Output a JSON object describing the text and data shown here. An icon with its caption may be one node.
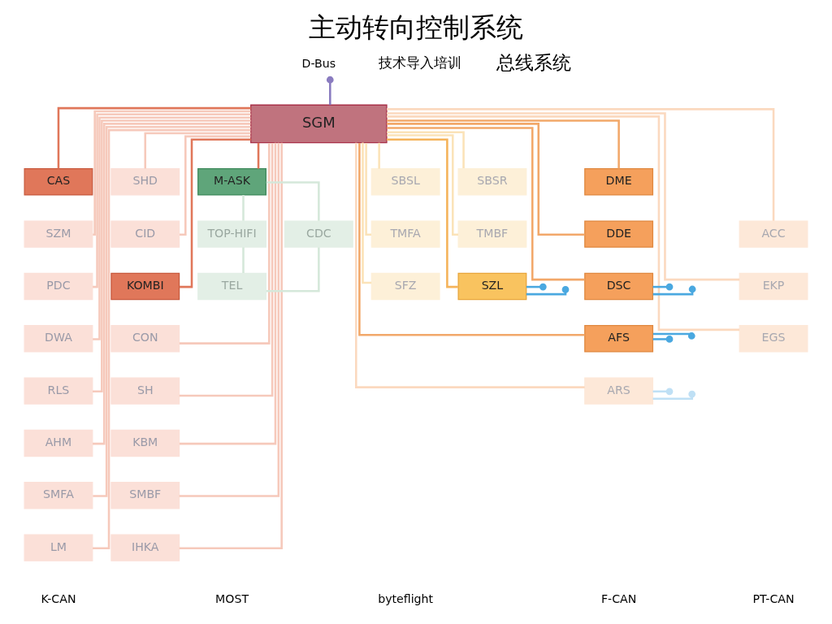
{
  "diagram": {
    "title": "主动转向控制系统",
    "nodes": [
      {
        "text": [
          "D-Bus"
        ]
      },
      {
        "text": [
          "SGM"
        ]
      },
      {
        "text": [
          "CAS"
        ]
      },
      {
        "text": [
          "SHD"
        ]
      },
      {
        "text": [
          "M-ASK"
        ]
      },
      {
        "text": [
          "SBSL"
        ]
      },
      {
        "text": [
          "SBSR"
        ]
      },
      {
        "text": [
          "DME"
        ]
      },
      {
        "text": [
          "DDE"
        ]
      },
      {
        "text": [
          "SZM"
        ]
      },
      {
        "text": [
          "CID"
        ]
      },
      {
        "text": [
          "TOP-HIFI"
        ]
      },
      {
        "text": [
          "CDC"
        ]
      },
      {
        "text": [
          "ACC"
        ]
      },
      {
        "text": [
          "TMFA"
        ]
      },
      {
        "text": [
          "TMBF"
        ]
      },
      {
        "text": [
          "PDC"
        ]
      },
      {
        "text": [
          "KOMBI"
        ]
      },
      {
        "text": [
          "TEL"
        ]
      },
      {
        "text": [
          "SFZ"
        ]
      },
      {
        "text": [
          "SZL"
        ]
      },
      {
        "text": [
          "EKP"
        ]
      },
      {
        "text": [
          "DSC"
        ]
      },
      {
        "text": [
          "AFS"
        ]
      },
      {
        "text": [
          "DWA"
        ]
      },
      {
        "text": [
          "CON"
        ]
      },
      {
        "text": [
          "EGS"
        ]
      },
      {
        "text": [
          "ARS"
        ]
      },
      {
        "text": [
          "RLS"
        ]
      },
      {
        "text": [
          "SH"
        ]
      },
      {
        "text": [
          "AHM"
        ]
      },
      {
        "text": [
          "KBM"
        ]
      },
      {
        "text": [
          "SMFA"
        ]
      },
      {
        "text": [
          "SMBF"
        ]
      },
      {
        "text": [
          "LM"
        ]
      },
      {
        "text": [
          "IHKA"
        ]
      }
    ],
    "edges": [
      {
        "from": 1,
        "to": 0,
        "arrow": "other",
        "color": "#8a7cc0"
      },
      {
        "from": 1,
        "to": 2,
        "arrow": "none",
        "color": "#e0775a"
      },
      {
        "from": 1,
        "to": 3,
        "arrow": "none",
        "color": "#f6c9bb"
      },
      {
        "from": 1,
        "to": 4,
        "arrow": "none",
        "color": "#e0775a"
      },
      {
        "from": 1,
        "to": 9,
        "arrow": "none",
        "color": "#f6c9bb"
      },
      {
        "from": 1,
        "to": 10,
        "arrow": "none",
        "color": "#f6c9bb"
      },
      {
        "from": 1,
        "to": 16,
        "arrow": "none",
        "color": "#f6c9bb"
      },
      {
        "from": 1,
        "to": 17,
        "arrow": "none",
        "color": "#e0775a"
      },
      {
        "from": 1,
        "to": 24,
        "arrow": "none",
        "color": "#f6c9bb"
      },
      {
        "from": 1,
        "to": 25,
        "arrow": "none",
        "color": "#f6c9bb"
      },
      {
        "from": 1,
        "to": 28,
        "arrow": "none",
        "color": "#f6c9bb"
      },
      {
        "from": 1,
        "to": 29,
        "arrow": "none",
        "color": "#f6c9bb"
      },
      {
        "from": 1,
        "to": 30,
        "arrow": "none",
        "color": "#f6c9bb"
      },
      {
        "from": 1,
        "to": 31,
        "arrow": "none",
        "color": "#f6c9bb"
      },
      {
        "from": 1,
        "to": 32,
        "arrow": "none",
        "color": "#f6c9bb"
      },
      {
        "from": 1,
        "to": 33,
        "arrow": "none",
        "color": "#f6c9bb"
      },
      {
        "from": 1,
        "to": 34,
        "arrow": "none",
        "color": "#f6c9bb"
      },
      {
        "from": 1,
        "to": 35,
        "arrow": "none",
        "color": "#f6c9bb"
      },
      {
        "from": 4,
        "to": 11,
        "arrow": "none",
        "color": "#d5e8da"
      },
      {
        "from": 11,
        "to": 18,
        "arrow": "none",
        "color": "#d5e8da"
      },
      {
        "from": 18,
        "to": 12,
        "arrow": "none",
        "color": "#d5e8da"
      },
      {
        "from": 12,
        "to": 4,
        "arrow": "none",
        "color": "#d5e8da"
      },
      {
        "from": 1,
        "to": 5,
        "arrow": "none",
        "color": "#fbe3b8"
      },
      {
        "from": 1,
        "to": 14,
        "arrow": "none",
        "color": "#fbe3b8"
      },
      {
        "from": 1,
        "to": 19,
        "arrow": "none",
        "color": "#fbe3b8"
      },
      {
        "from": 1,
        "to": 6,
        "arrow": "none",
        "color": "#fbe3b8"
      },
      {
        "from": 1,
        "to": 15,
        "arrow": "none",
        "color": "#fbe3b8"
      },
      {
        "from": 1,
        "to": 20,
        "arrow": "none",
        "color": "#f5b35a"
      },
      {
        "from": 1,
        "to": 7,
        "arrow": "none",
        "color": "#f2a86a"
      },
      {
        "from": 1,
        "to": 8,
        "arrow": "none",
        "color": "#f2a86a"
      },
      {
        "from": 1,
        "to": 13,
        "arrow": "none",
        "color": "#fbd9bf"
      },
      {
        "from": 1,
        "to": 22,
        "arrow": "none",
        "color": "#f2a86a"
      },
      {
        "from": 1,
        "to": 21,
        "arrow": "none",
        "color": "#fbd9bf"
      },
      {
        "from": 1,
        "to": 23,
        "arrow": "none",
        "color": "#f2a86a"
      },
      {
        "from": 1,
        "to": 26,
        "arrow": "none",
        "color": "#fbd9bf"
      },
      {
        "from": 1,
        "to": 27,
        "arrow": "none",
        "color": "#fbd9bf"
      },
      {
        "from": 20,
        "to": null,
        "arrow": "other",
        "color": "#4aa8e0"
      },
      {
        "from": 20,
        "to": null,
        "arrow": "other",
        "color": "#4aa8e0"
      },
      {
        "from": 22,
        "to": null,
        "arrow": "other",
        "color": "#4aa8e0"
      },
      {
        "from": 22,
        "to": null,
        "arrow": "other",
        "color": "#4aa8e0"
      },
      {
        "from": 23,
        "to": null,
        "arrow": "other",
        "color": "#4aa8e0"
      },
      {
        "from": 23,
        "to": null,
        "arrow": "other",
        "color": "#4aa8e0"
      },
      {
        "from": 27,
        "to": null,
        "arrow": "other",
        "color": "#bfe0f5"
      },
      {
        "from": 27,
        "to": null,
        "arrow": "other",
        "color": "#bfe0f5"
      }
    ],
    "labels": [
      "技术导入培训",
      "总线系统",
      "K-CAN",
      "MOST",
      "byteflight",
      "PT-CAN",
      "F-CAN"
    ]
  }
}
